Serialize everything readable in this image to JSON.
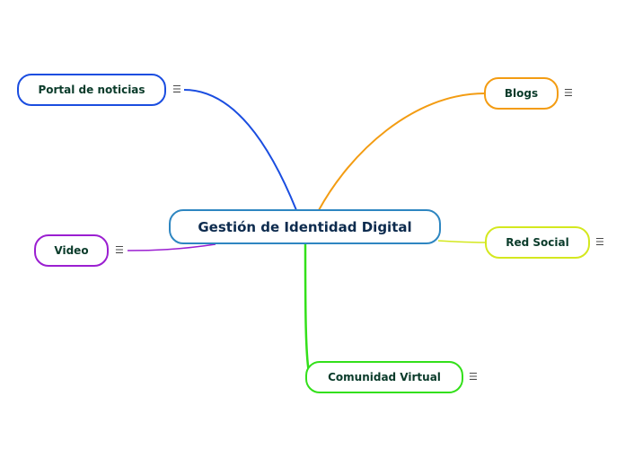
{
  "central": {
    "label": "Gestión de Identidad Digital",
    "color": "#2e86c1"
  },
  "topics": [
    {
      "id": "portal",
      "label": "Portal de noticias",
      "color": "#1a4de0",
      "note_icon": "notes-icon",
      "note_glyph": "☰"
    },
    {
      "id": "blogs",
      "label": "Blogs",
      "color": "#f39c12",
      "note_icon": "notes-icon",
      "note_glyph": "☰"
    },
    {
      "id": "red-social",
      "label": "Red Social",
      "color": "#d4e81f",
      "note_icon": "notes-icon",
      "note_glyph": "☰"
    },
    {
      "id": "video",
      "label": "Video",
      "color": "#9b1fd1",
      "note_icon": "notes-icon",
      "note_glyph": "☰"
    },
    {
      "id": "comunidad",
      "label": "Comunidad Virtual",
      "color": "#33e01a",
      "note_icon": "notes-icon",
      "note_glyph": "☰"
    }
  ]
}
